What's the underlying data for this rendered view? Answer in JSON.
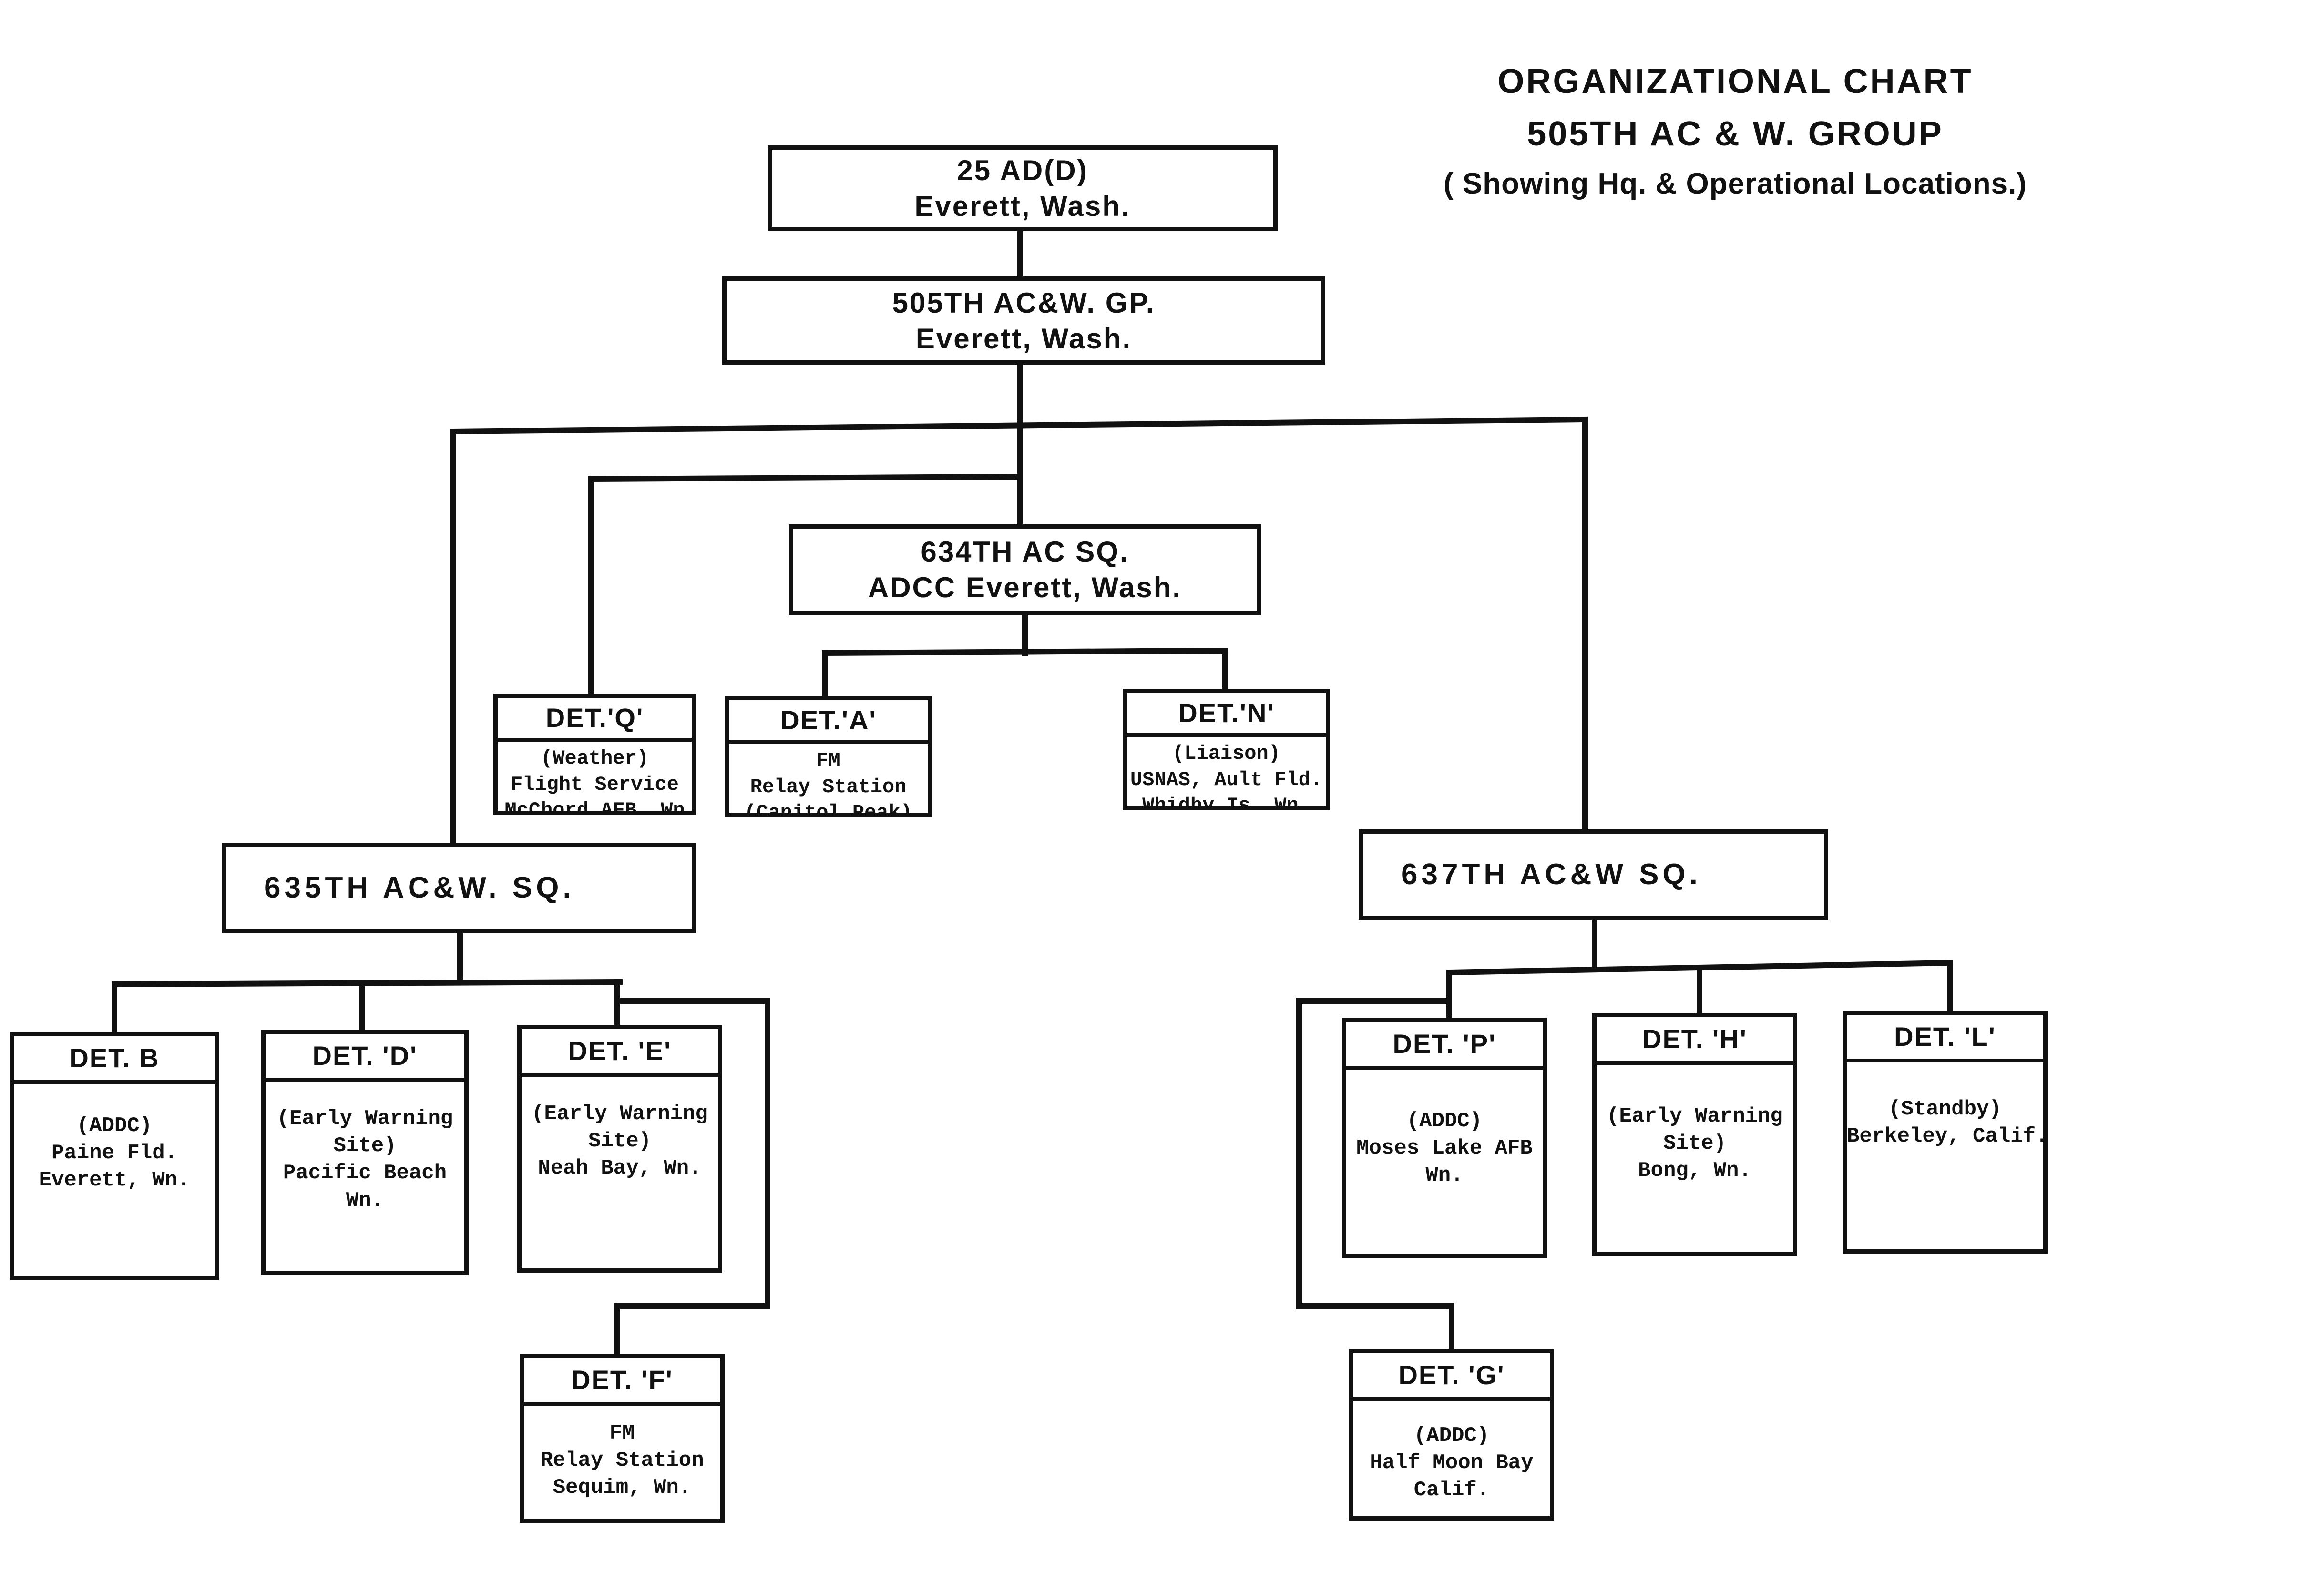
{
  "title": {
    "line1": "ORGANIZATIONAL CHART",
    "line2": "505TH AC & W. GROUP",
    "line3": "( Showing Hq. & Operational Locations.)"
  },
  "nodes": {
    "ad25": {
      "name": "25 AD(D)",
      "location": "Everett, Wash."
    },
    "gp505": {
      "name": "505TH AC&W. GP.",
      "location": "Everett, Wash."
    },
    "sq634": {
      "name": "634TH AC SQ.",
      "location": "ADCC Everett, Wash."
    },
    "sq635": {
      "name": "635TH AC&W. SQ."
    },
    "sq637": {
      "name": "637TH AC&W SQ."
    },
    "det_q": {
      "head": "DET.'Q'",
      "l1": "(Weather)",
      "l2": "Flight Service",
      "l3": "McChord AFB, Wn"
    },
    "det_a": {
      "head": "DET.'A'",
      "l1": "FM",
      "l2": "Relay Station",
      "l3": "(Capitol Peak)"
    },
    "det_n": {
      "head": "DET.'N'",
      "l1": "(Liaison)",
      "l2": "USNAS, Ault Fld.",
      "l3": "Whidby Is. Wn."
    },
    "det_b": {
      "head": "DET. B",
      "l1": "(ADDC)",
      "l2": "Paine Fld.",
      "l3": "Everett, Wn."
    },
    "det_d": {
      "head": "DET. 'D'",
      "l1": "(Early Warning",
      "l2": "Site)",
      "l3": "Pacific Beach",
      "l4": "Wn."
    },
    "det_e": {
      "head": "DET. 'E'",
      "l1": "(Early Warning",
      "l2": "Site)",
      "l3": "Neah Bay, Wn."
    },
    "det_f": {
      "head": "DET. 'F'",
      "l1": "FM",
      "l2": "Relay Station",
      "l3": "Sequim, Wn."
    },
    "det_p": {
      "head": "DET. 'P'",
      "l1": "(ADDC)",
      "l2": "Moses Lake AFB",
      "l3": "Wn."
    },
    "det_h": {
      "head": "DET. 'H'",
      "l1": "(Early Warning",
      "l2": "Site)",
      "l3": "Bong, Wn."
    },
    "det_l": {
      "head": "DET. 'L'",
      "l1": "(Standby)",
      "l2": "Berkeley, Calif."
    },
    "det_g": {
      "head": "DET. 'G'",
      "l1": "(ADDC)",
      "l2": "Half Moon Bay",
      "l3": "Calif."
    }
  }
}
